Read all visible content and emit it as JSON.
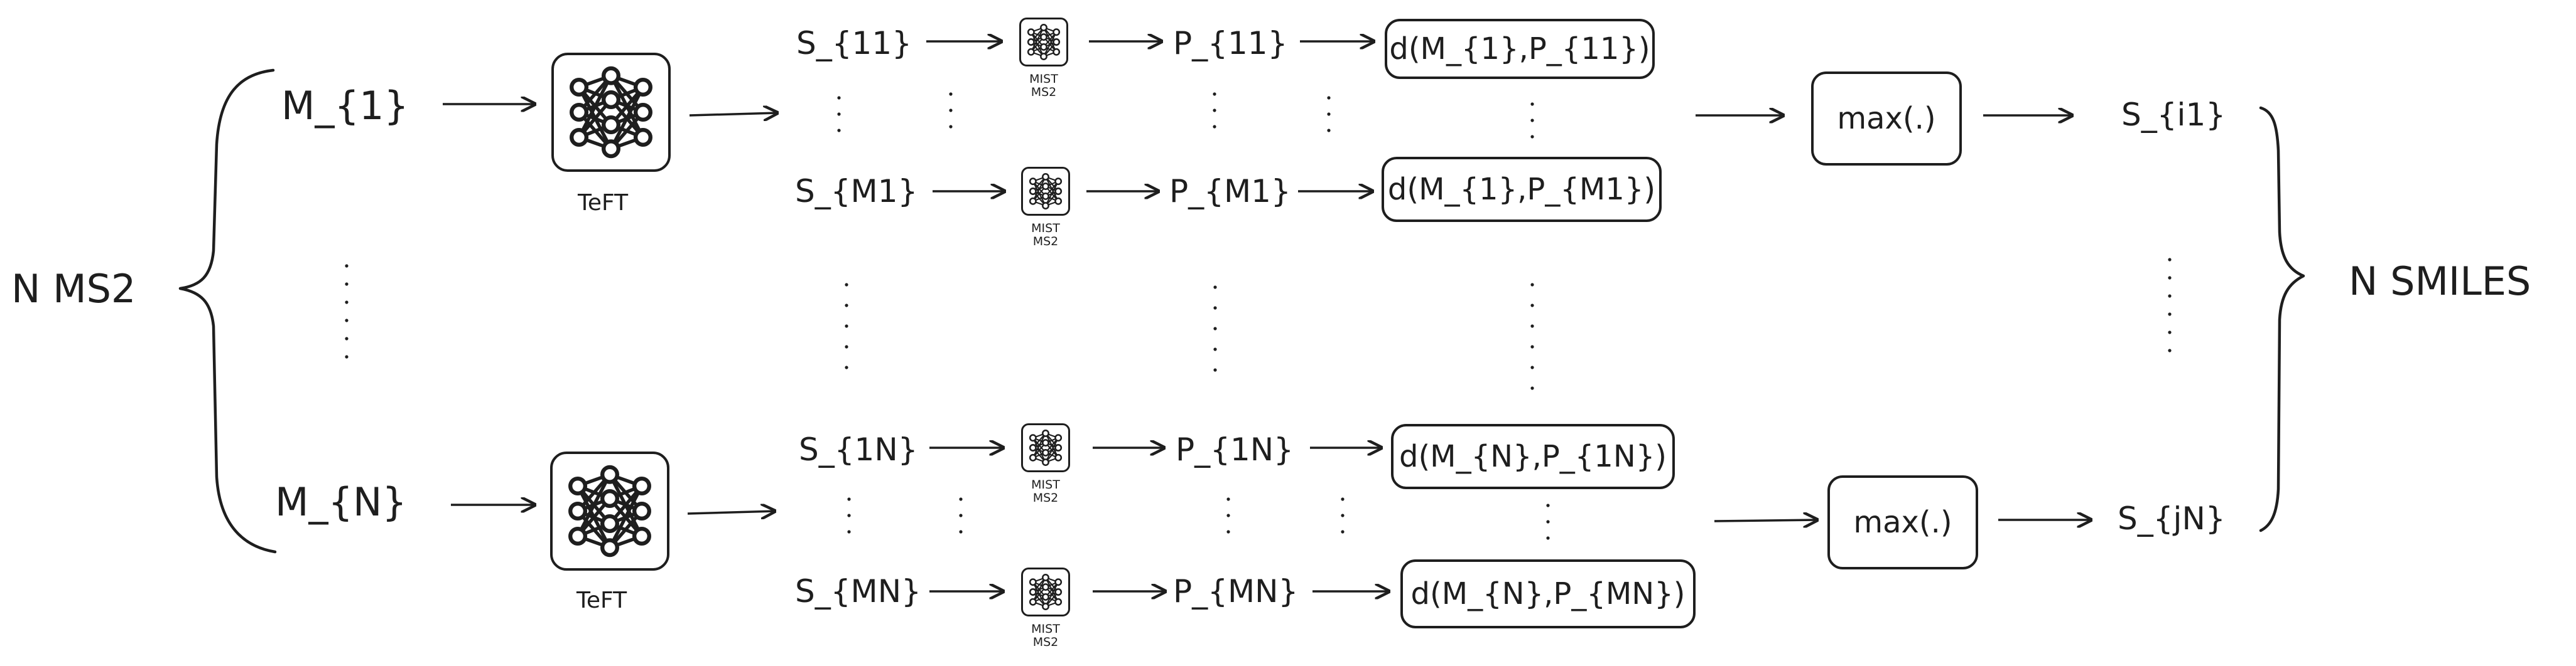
{
  "inputs": {
    "label": "N MS2",
    "m1": "M_{1}",
    "mN": "M_{N}"
  },
  "model": {
    "label_top": "TeFT",
    "label_bottom": "TeFT"
  },
  "candidates": {
    "s11": "S_{11}",
    "sM1": "S_{M1}",
    "s1N": "S_{1N}",
    "sMN": "S_{MN}"
  },
  "predictor": {
    "label_line1": "MIST",
    "label_line2": "MS2",
    "icon": "neural-network-icon"
  },
  "predictions": {
    "p11": "P_{11}",
    "pM1": "P_{M1}",
    "p1N": "P_{1N}",
    "pMN": "P_{MN}"
  },
  "distances": {
    "d11": "d(M_{1},P_{11})",
    "dM1": "d(M_{1},P_{M1})",
    "d1N": "d(M_{N},P_{1N})",
    "dMN": "d(M_{N},P_{MN})"
  },
  "aggregation": {
    "top": "max(.)",
    "bottom": "max(.)"
  },
  "outputs": {
    "si1": "S_{i1}",
    "sjN": "S_{jN}",
    "label": "N SMILES"
  },
  "colors": {
    "stroke": "#1e1e1e",
    "background": "#ffffff"
  }
}
